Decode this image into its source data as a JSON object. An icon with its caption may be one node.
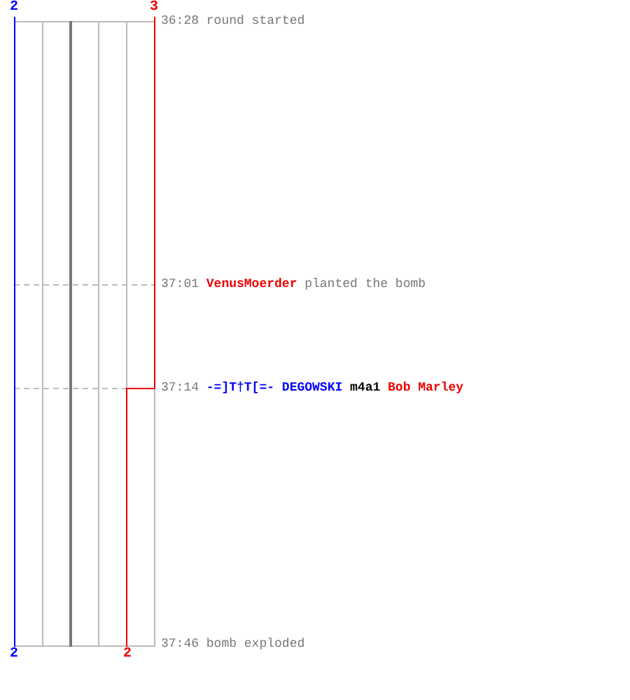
{
  "diagram": {
    "labels": [
      "2",
      "3",
      "36:28",
      "round started",
      "37:01",
      "VenusMoerder",
      "planted the bomb",
      "37:14",
      "-=]T†T[=- DEGOWSKI",
      "m4a1",
      "Bob Marley",
      "2",
      "2",
      "37:46",
      "bomb exploded"
    ]
  }
}
